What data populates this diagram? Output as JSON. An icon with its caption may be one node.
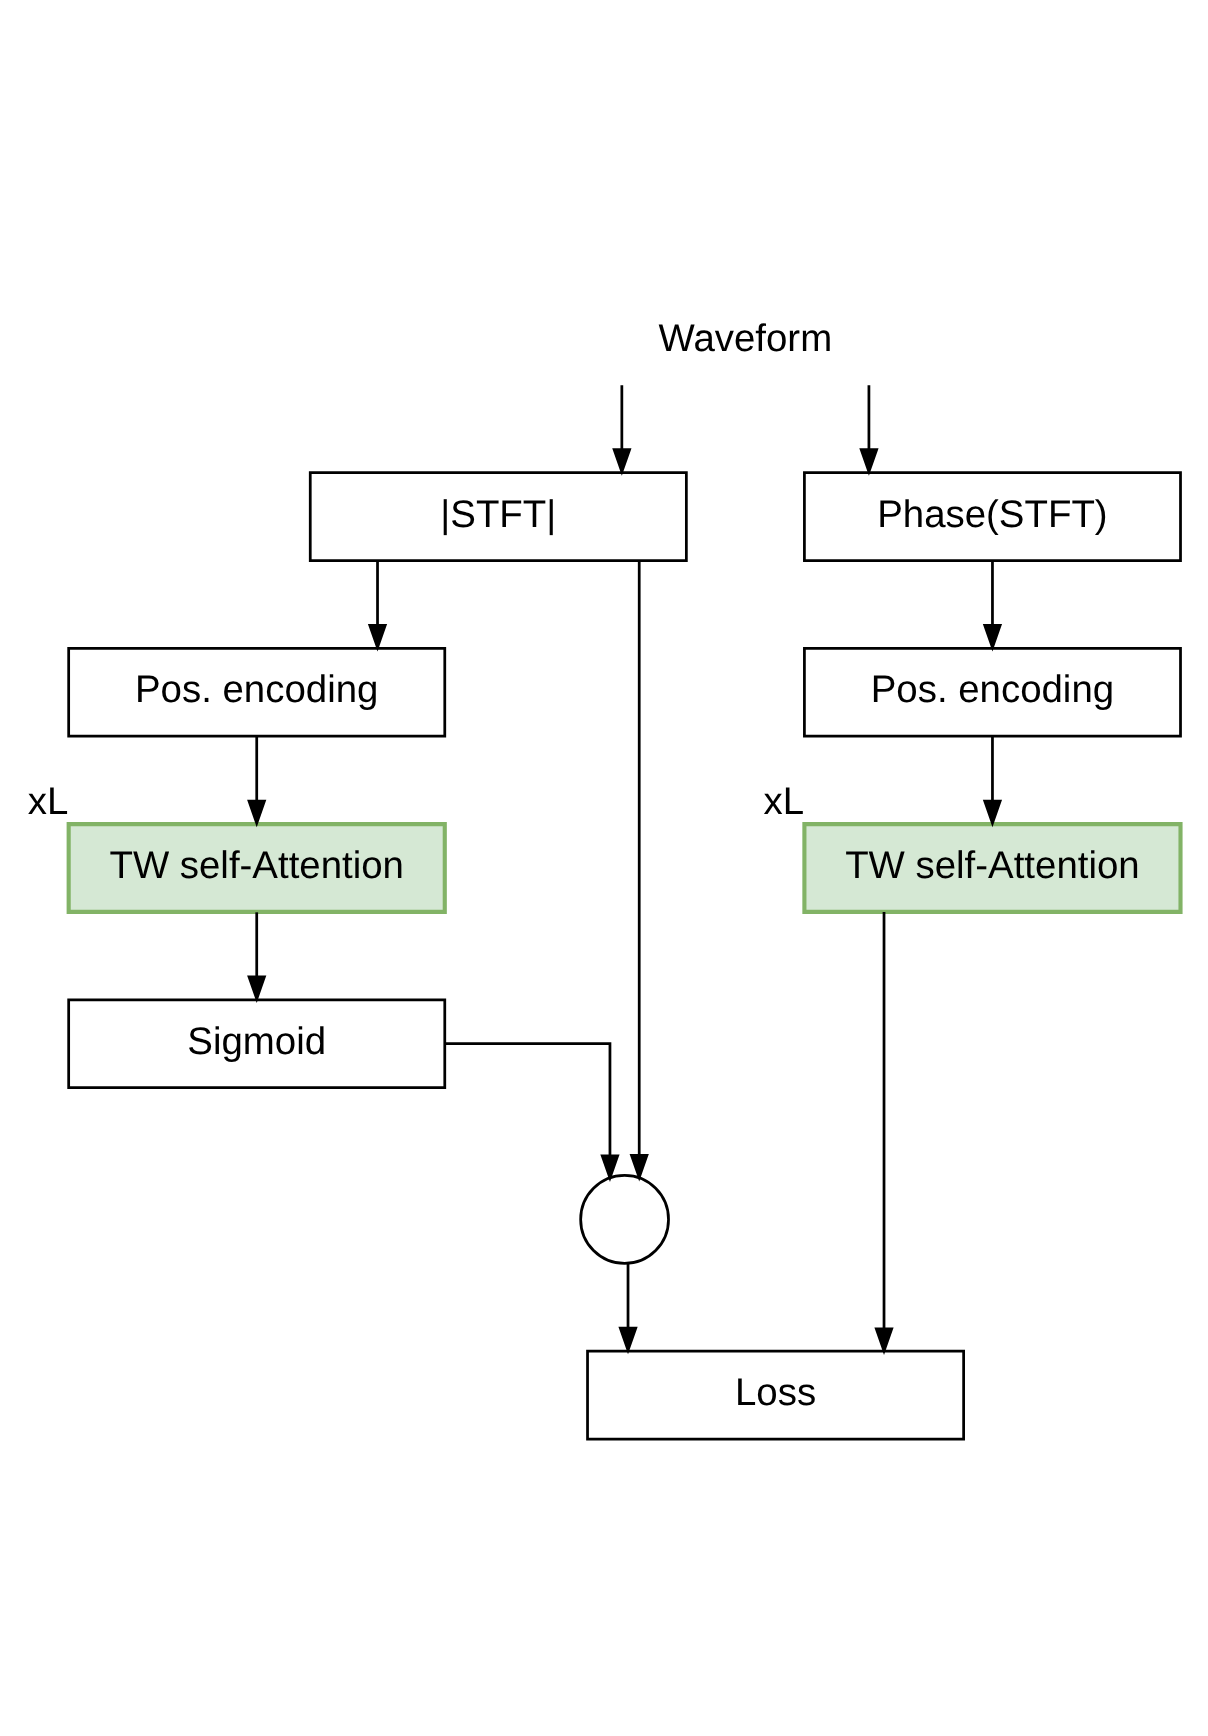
{
  "diagram": {
    "nodes": [
      {
        "text": [
          "Waveform"
        ]
      },
      {
        "text": [
          "|STFT|"
        ]
      },
      {
        "text": [
          "Phase(STFT)"
        ]
      },
      {
        "text": [
          "Pos. encoding"
        ]
      },
      {
        "text": [
          "Pos. encoding"
        ]
      },
      {
        "text": [
          "TW self-Attention"
        ],
        "beside": [
          "xL"
        ]
      },
      {
        "text": [
          "TW self-Attention"
        ],
        "beside": [
          "xL"
        ]
      },
      {
        "text": [
          "Sigmoid"
        ]
      },
      {
        "text": [],
        "shape": "circle"
      },
      {
        "text": [
          "Loss"
        ]
      }
    ],
    "edges": [
      {
        "from": 0,
        "to": 1,
        "arrow": "to"
      },
      {
        "from": 0,
        "to": 2,
        "arrow": "to"
      },
      {
        "from": 1,
        "to": 3,
        "arrow": "to"
      },
      {
        "from": 1,
        "to": 8,
        "arrow": "to"
      },
      {
        "from": 2,
        "to": 4,
        "arrow": "to"
      },
      {
        "from": 3,
        "to": 5,
        "arrow": "to"
      },
      {
        "from": 4,
        "to": 6,
        "arrow": "to"
      },
      {
        "from": 5,
        "to": 7,
        "arrow": "to"
      },
      {
        "from": 7,
        "to": 8,
        "arrow": "to"
      },
      {
        "from": 8,
        "to": 9,
        "arrow": "to"
      },
      {
        "from": 6,
        "to": 9,
        "arrow": "to"
      }
    ]
  }
}
